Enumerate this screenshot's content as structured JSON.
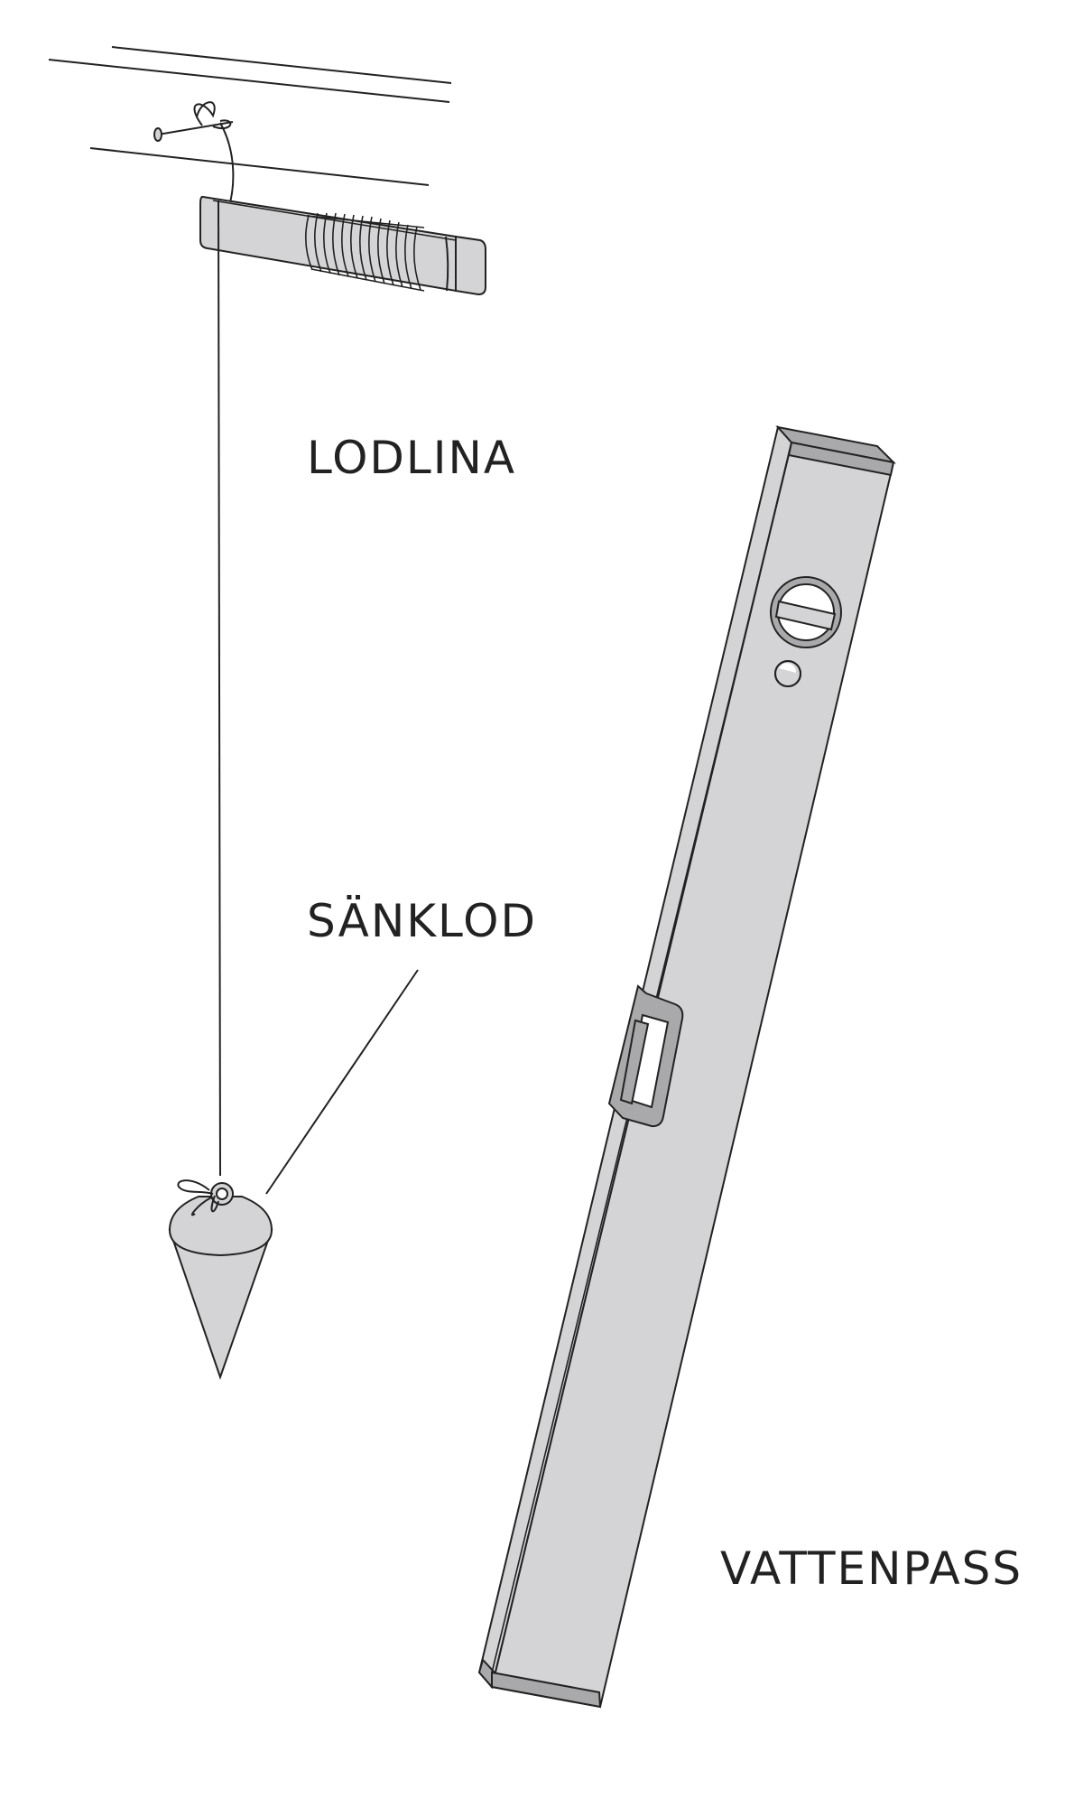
{
  "labels": {
    "plumb_line": "LODLINA",
    "plumb_bob": "SÄNKLOD",
    "spirit_level": "VATTENPASS"
  },
  "colors": {
    "outline": "#222222",
    "fill": "#d4d4d6",
    "fill_dark": "#a9a9ab",
    "background": "#ffffff"
  }
}
